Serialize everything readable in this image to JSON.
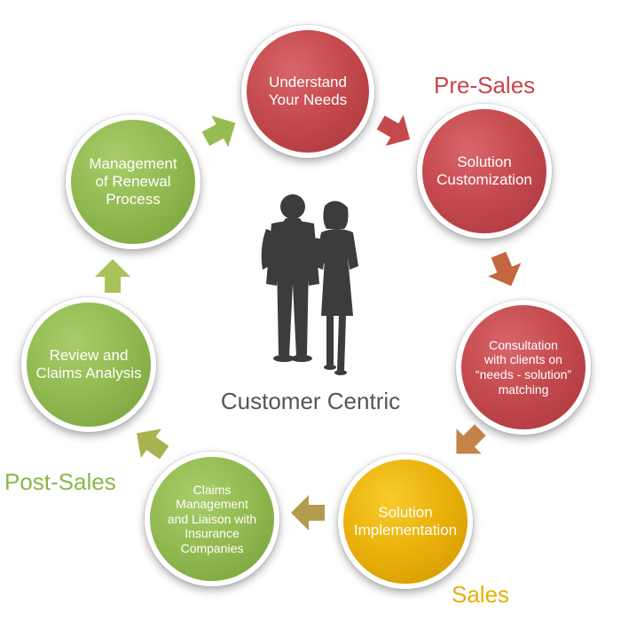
{
  "phases": {
    "pre_sales": {
      "label": "Pre-Sales",
      "color": "#c5484c"
    },
    "sales": {
      "label": "Sales",
      "color": "#e6b000"
    },
    "post_sales": {
      "label": "Post-Sales",
      "color": "#8ab84a"
    }
  },
  "center": {
    "title": "Customer Centric",
    "icon": "business-people-icon"
  },
  "nodes": [
    {
      "id": "understand",
      "label": "Understand\nYour Needs",
      "color": "red"
    },
    {
      "id": "customization",
      "label": "Solution\nCustomization",
      "color": "red"
    },
    {
      "id": "consultation",
      "label": "Consultation\nwith clients on\n“needs - solution”\nmatching",
      "color": "red"
    },
    {
      "id": "implementation",
      "label": "Solution\nImplementation",
      "color": "yellow"
    },
    {
      "id": "claims_management",
      "label": "Claims\nManagement\nand Liaison with\nInsurance\nCompanies",
      "color": "green"
    },
    {
      "id": "review",
      "label": "Review and\nClaims Analysis",
      "color": "green"
    },
    {
      "id": "renewal",
      "label": "Management\nof Renewal\nProcess",
      "color": "green"
    }
  ],
  "arrow_colors": {
    "red": "#c5484c",
    "brown": "#c4663f",
    "olive": "#b49c4f",
    "green": "#96bd52"
  }
}
